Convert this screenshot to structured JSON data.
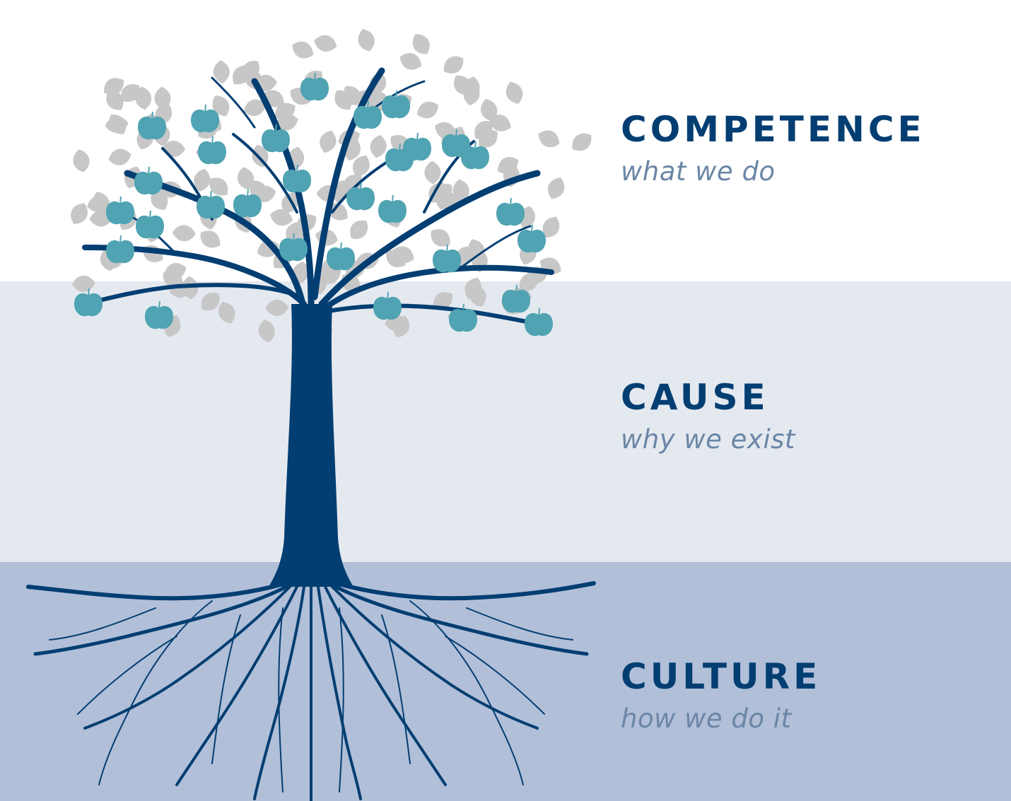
{
  "colors": {
    "top_band": "#ffffff",
    "middle_band": "#e4e9f0",
    "bottom_band": "#b1bfd8",
    "tree": "#033e72",
    "heading": "#033e72",
    "subtitle": "#6b86a6",
    "leaf": "#c7c7c7",
    "apple": "#4fa3b2"
  },
  "icons": {
    "tree": "tree-with-roots-icon",
    "apple": "apple-icon",
    "leaf": "leaf-icon"
  },
  "sections": [
    {
      "heading": "COMPETENCE",
      "subtitle": "what we do"
    },
    {
      "heading": "CAUSE",
      "subtitle": "why we exist"
    },
    {
      "heading": "CULTURE",
      "subtitle": "how we do it"
    }
  ]
}
